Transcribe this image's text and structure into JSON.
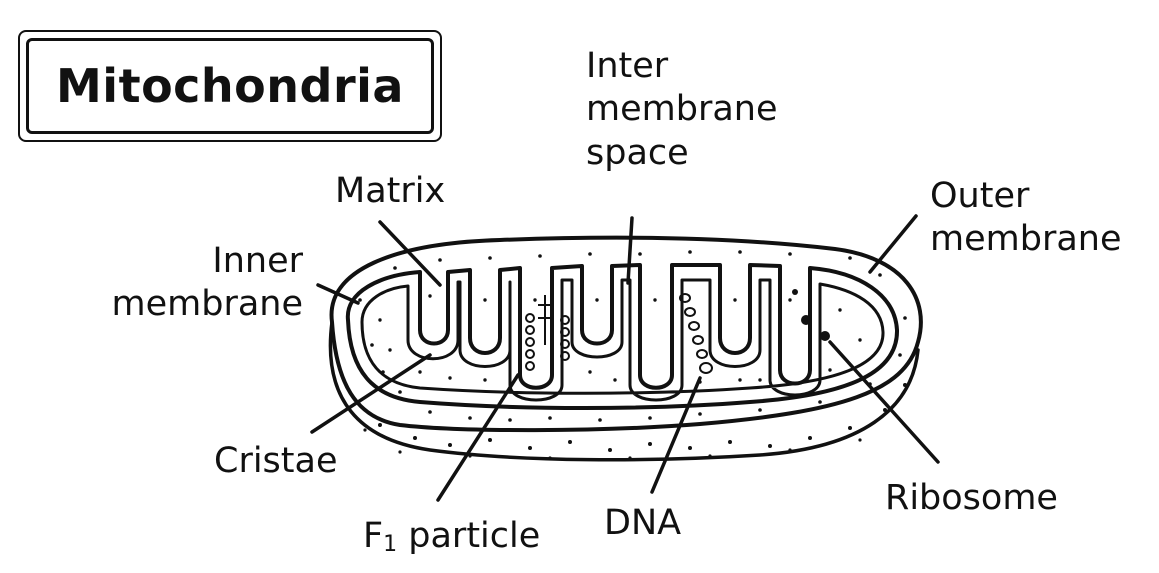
{
  "title": "Mitochondria",
  "labels": {
    "matrix": "Matrix",
    "inter_line1": "Inter",
    "inter_line2": "membrane",
    "inter_line3": "space",
    "outer_line1": "Outer",
    "outer_line2": "membrane",
    "inner_line1": "Inner",
    "inner_line2": "membrane",
    "cristae": "Cristae",
    "f1_letter": "F",
    "f1_subscript": "1",
    "f1_rest": " particle",
    "dna": "DNA",
    "ribosome": "Ribosome"
  }
}
